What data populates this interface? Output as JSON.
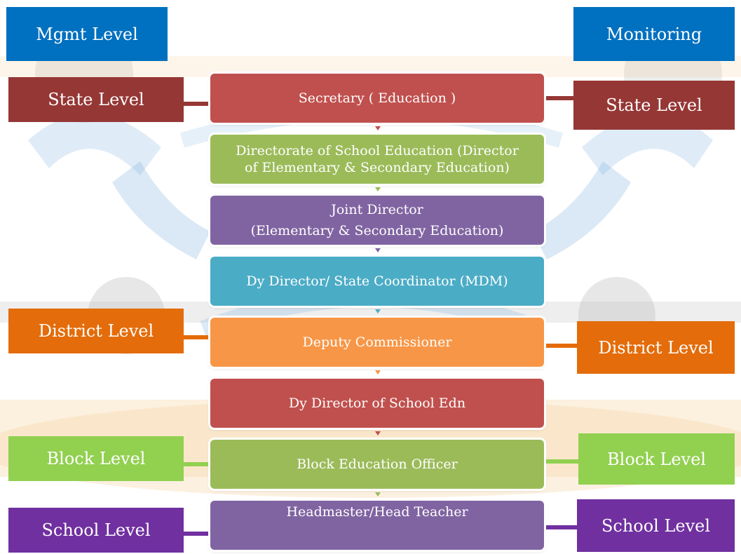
{
  "headers": {
    "management": "Mgmt Level",
    "monitoring": "Monitoring"
  },
  "levels": {
    "state": "State Level",
    "district": "District Level",
    "block": "Block Level",
    "school": "School Level"
  },
  "stages": [
    {
      "lines": [
        "Secretary ( Education )"
      ]
    },
    {
      "lines": [
        "Directorate of School Education (Director",
        "of Elementary & Secondary Education)"
      ]
    },
    {
      "lines": [
        "Joint Director",
        "(Elementary & Secondary Education)"
      ]
    },
    {
      "lines": [
        "Dy Director/ State Coordinator  (MDM)"
      ]
    },
    {
      "lines": [
        "Deputy Commissioner"
      ]
    },
    {
      "lines": [
        "Dy Director of School Edn"
      ]
    },
    {
      "lines": [
        "Block Education Officer"
      ]
    },
    {
      "lines": [
        "Headmaster/Head Teacher"
      ]
    }
  ],
  "colors": {
    "header_blue": "#0070C0",
    "state": "#953735",
    "district": "#E46C0A",
    "block": "#92D050",
    "school": "#7030A0",
    "stage_red": "#C0504D",
    "stage_green": "#9BBB59",
    "stage_purple": "#8064A2",
    "stage_teal": "#4BACC6",
    "stage_orange": "#F79646"
  }
}
